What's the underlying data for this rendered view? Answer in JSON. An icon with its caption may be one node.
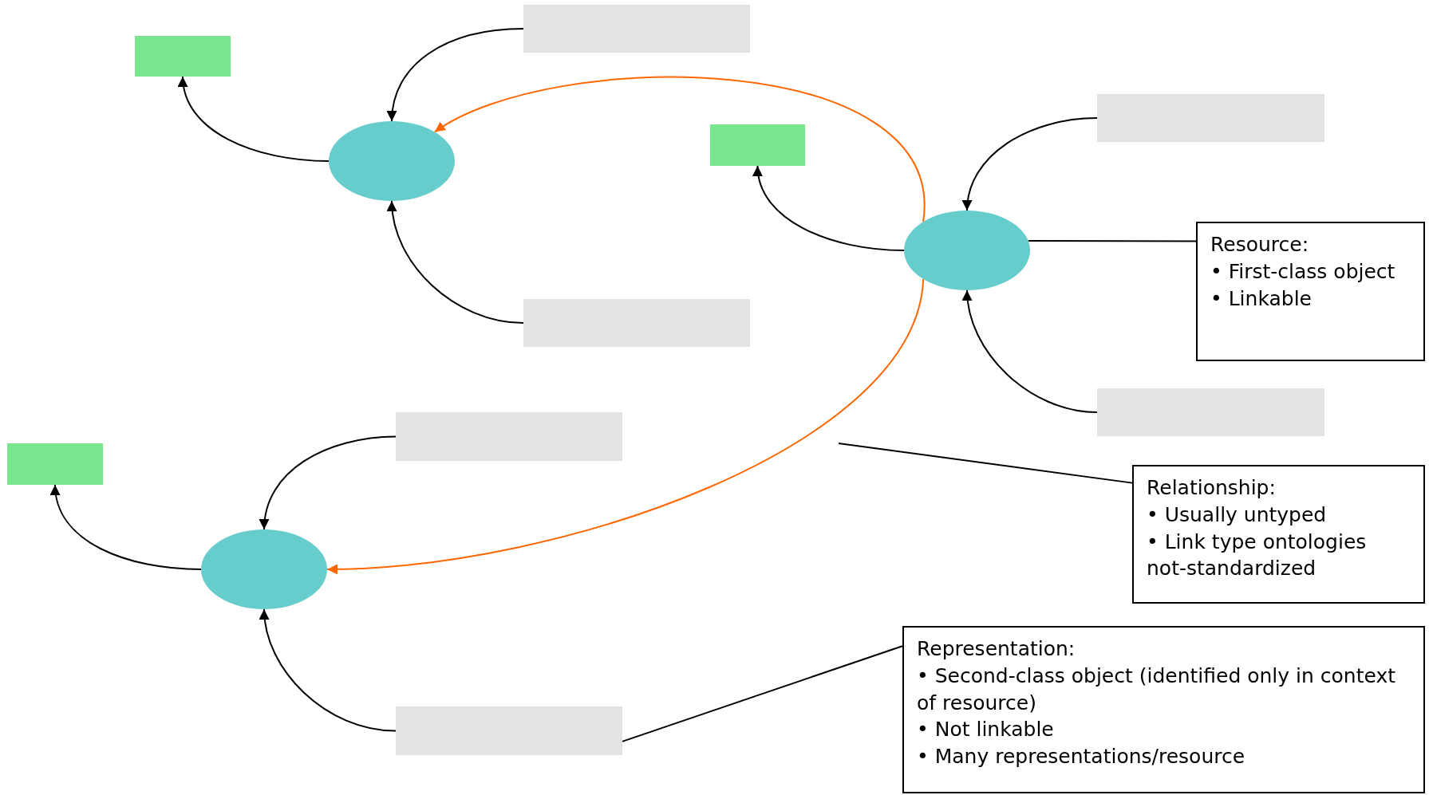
{
  "diagram": {
    "nodes": [
      {
        "text": [],
        "shape": "box"
      },
      {
        "text": [],
        "shape": "box"
      },
      {
        "text": [],
        "shape": "ellipse"
      },
      {
        "text": [],
        "shape": "box"
      },
      {
        "text": [],
        "shape": "box"
      },
      {
        "text": [],
        "shape": "box"
      },
      {
        "text": [],
        "shape": "ellipse"
      },
      {
        "text": [
          "Resource:",
          "• First-class object",
          "• Linkable"
        ]
      },
      {
        "text": [],
        "shape": "box"
      },
      {
        "text": [],
        "shape": "box"
      },
      {
        "text": [],
        "shape": "box"
      },
      {
        "text": [],
        "shape": "ellipse"
      },
      {
        "text": [
          "Relationship:",
          "• Usually untyped",
          "• Link type ontologies not-standardized"
        ]
      },
      {
        "text": [],
        "shape": "box"
      },
      {
        "text": [
          "Representation:",
          "• Second-class object (identified only in context of resource)",
          "• Not linkable",
          "• Many representations/resource"
        ]
      }
    ],
    "edges": [
      {
        "from": 1,
        "to": 2,
        "arrow": "to"
      },
      {
        "from": 3,
        "to": 2,
        "arrow": "to"
      },
      {
        "from": 2,
        "to": 0,
        "arrow": "to"
      },
      {
        "from": 5,
        "to": 6,
        "arrow": "to"
      },
      {
        "from": 8,
        "to": 6,
        "arrow": "to"
      },
      {
        "from": 6,
        "to": 4,
        "arrow": "to"
      },
      {
        "from": 9,
        "to": 11,
        "arrow": "to"
      },
      {
        "from": 13,
        "to": 11,
        "arrow": "to"
      },
      {
        "from": 11,
        "to": 10,
        "arrow": "to"
      },
      {
        "from": 6,
        "to": 2,
        "arrow": "to",
        "color": "#ff6600"
      },
      {
        "from": 6,
        "to": 11,
        "arrow": "to",
        "color": "#ff6600"
      },
      {
        "from": 7,
        "to": 6,
        "arrow": "none"
      },
      {
        "from": 12,
        "to": null,
        "arrow": "none"
      },
      {
        "from": 14,
        "to": 13,
        "arrow": "none"
      }
    ]
  }
}
